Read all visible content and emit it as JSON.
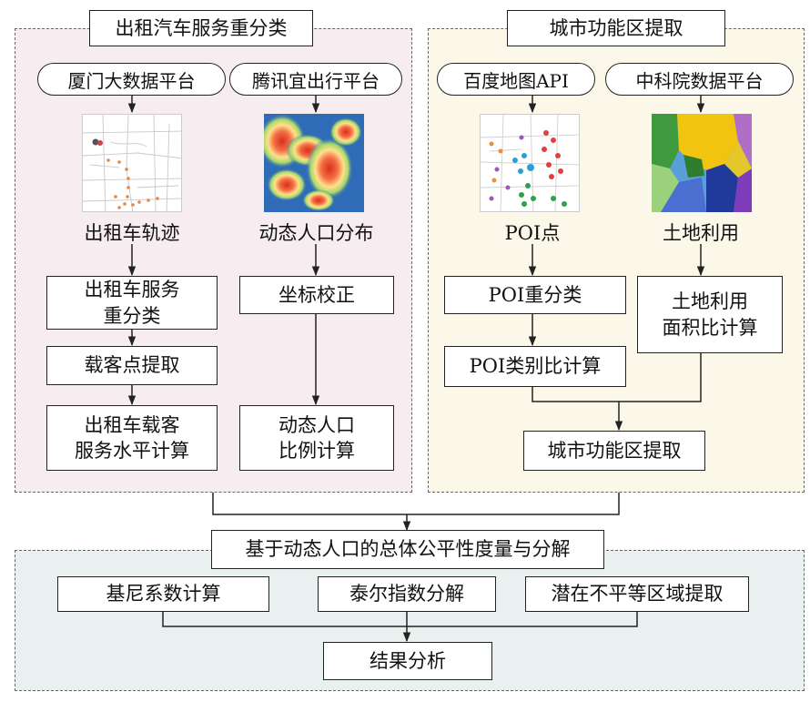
{
  "colors": {
    "left_panel_bg": "#f7edf1",
    "right_panel_bg": "#fbf8ea",
    "bottom_panel_bg": "#e8f0f0",
    "border": "#222222",
    "dashed_border": "#666666"
  },
  "left_panel": {
    "title": "出租汽车服务重分类",
    "source_a": "厦门大数据平台",
    "source_b": "腾讯宜出行平台",
    "image_a_label": "出租车轨迹",
    "image_b_label": "动态人口分布",
    "step_a1": "出租车服务\n重分类",
    "step_a2": "载客点提取",
    "step_a3": "出租车载客\n服务水平计算",
    "step_b1": "坐标校正",
    "step_b2": "动态人口\n比例计算"
  },
  "right_panel": {
    "title": "城市功能区提取",
    "source_a": "百度地图API",
    "source_b": "中科院数据平台",
    "image_a_label": "POI点",
    "image_b_label": "土地利用",
    "step_a1": "POI重分类",
    "step_a2": "POI类别比计算",
    "step_b1": "土地利用\n面积比计算",
    "merge": "城市功能区提取"
  },
  "bottom_panel": {
    "title": "基于动态人口的总体公平性度量与分解",
    "method_1": "基尼系数计算",
    "method_2": "泰尔指数分解",
    "method_3": "潜在不平等区域提取",
    "result": "结果分析"
  }
}
